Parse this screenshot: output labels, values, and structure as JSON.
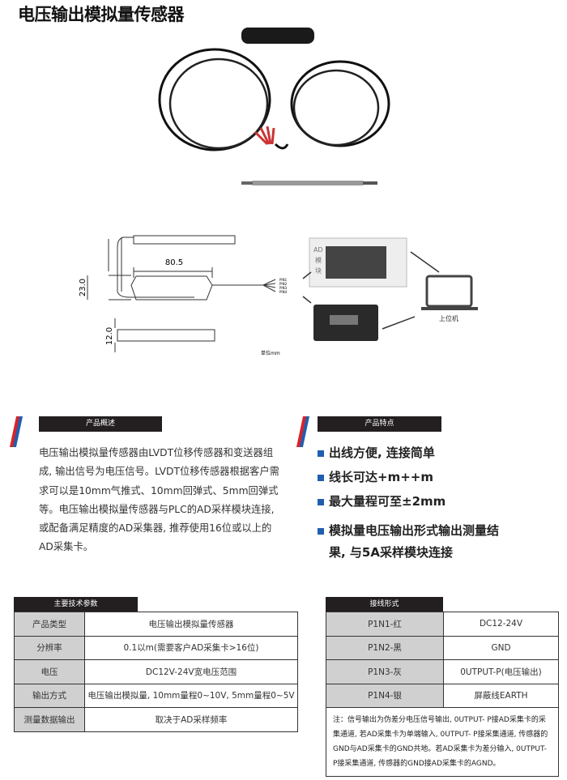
{
  "title": "电压输出模拟量传感器",
  "diagram": {
    "dim_length": "80.5",
    "dim_height": "23.0",
    "dim_thickness": "12.0",
    "pins": [
      "PIN1",
      "PIN2",
      "PIN3",
      "PIN4"
    ],
    "unit_note": "单位mm",
    "ad_module_label": [
      "AD",
      "模",
      "块"
    ],
    "pc_label": "上位机"
  },
  "overview": {
    "heading": "产品概述",
    "text": "电压输出模拟量传感器由LVDT位移传感器和变送器组成, 输出信号为电压信号。LVDT位移传感器根据客户需求可以是10mm气推式、10mm回弹式、5mm回弹式等。电压输出模拟量传感器与PLC的AD采样模块连接, 或配备满足精度的AD采集器, 推荐使用16位或以上的AD采集卡。"
  },
  "features": {
    "heading": "产品特点",
    "items": [
      "出线方便, 连接简单",
      "线长可达+m++m",
      "最大量程可至±2mm",
      "模拟量电压输出形式输出测量结果, 与5A采样模块连接"
    ]
  },
  "specs": {
    "heading": "主要技术参数",
    "rows": [
      {
        "label": "产品类型",
        "value": "电压输出模拟量传感器"
      },
      {
        "label": "分辨率",
        "value": "0.1以m(需要客户AD采集卡>16位)"
      },
      {
        "label": "电压",
        "value": "DC12V-24V宽电压范围"
      },
      {
        "label": "输出方式",
        "value": "电压输出模拟量, 10mm量程0~10V, 5mm量程0~5V"
      },
      {
        "label": "测量数据输出",
        "value": "取决于AD采样频率"
      }
    ]
  },
  "wiring": {
    "heading": "接线形式",
    "rows": [
      {
        "label": "P1N1-红",
        "value": "DC12-24V"
      },
      {
        "label": "P1N2-黑",
        "value": "GND"
      },
      {
        "label": "P1N3-灰",
        "value": "0UTPUT-P(电压输出)"
      },
      {
        "label": "P1N4-银",
        "value": "屏蔽线EARTH"
      }
    ],
    "note": "注：信号输出为伪差分电压信号输出, 0UTPUT- P接AD采集卡的采集通道, 若AD采集卡为单端输入, 0UTPUT- P接采集通道, 传感器的GND与AD采集卡的GND共地。若AD采集卡为差分输入, 0UTPUT- P接采集通道, 传感器的GND接AD采集卡的AGND。"
  }
}
